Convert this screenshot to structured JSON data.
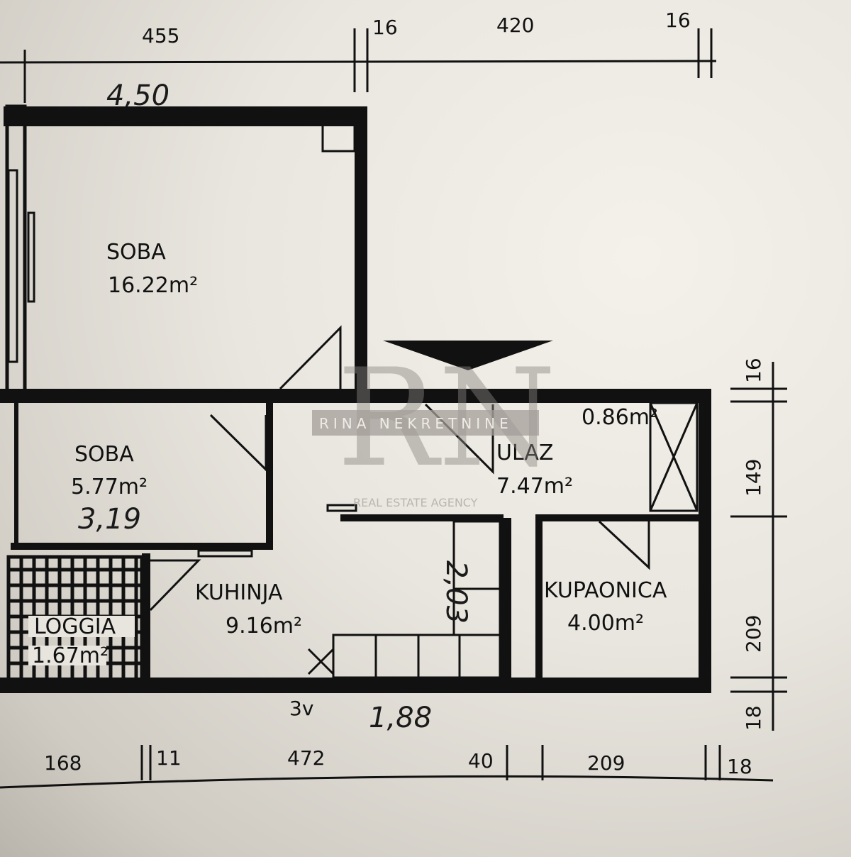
{
  "dimensions": {
    "top": [
      "455",
      "16",
      "420",
      "16"
    ],
    "right": [
      "16",
      "149",
      "209",
      "18"
    ],
    "bottom": [
      "168",
      "11",
      "472",
      "40",
      "209",
      "18"
    ]
  },
  "rooms": {
    "soba_large": {
      "name": "SOBA",
      "area": "16.22m²"
    },
    "soba_small": {
      "name": "SOBA",
      "area": "5.77m²"
    },
    "ulaz": {
      "name": "ULAZ",
      "area": "7.47m²"
    },
    "closet": {
      "area": "0.86m²"
    },
    "kuhinja": {
      "name": "KUHINJA",
      "area": "9.16m²"
    },
    "kupaonica": {
      "name": "KUPAONICA",
      "area": "4.00m²"
    },
    "loggia": {
      "name": "LOGGIA",
      "area": "1.67m²"
    }
  },
  "handwritten": {
    "top_width": "4,50",
    "small_room": "3,19",
    "kitchen_depth": "2,03",
    "bottom_width": "1,88",
    "note": "3v"
  },
  "watermark": {
    "monogram": "RN",
    "name": "RINA NEKRETNINE",
    "tagline": "REAL ESTATE AGENCY"
  }
}
